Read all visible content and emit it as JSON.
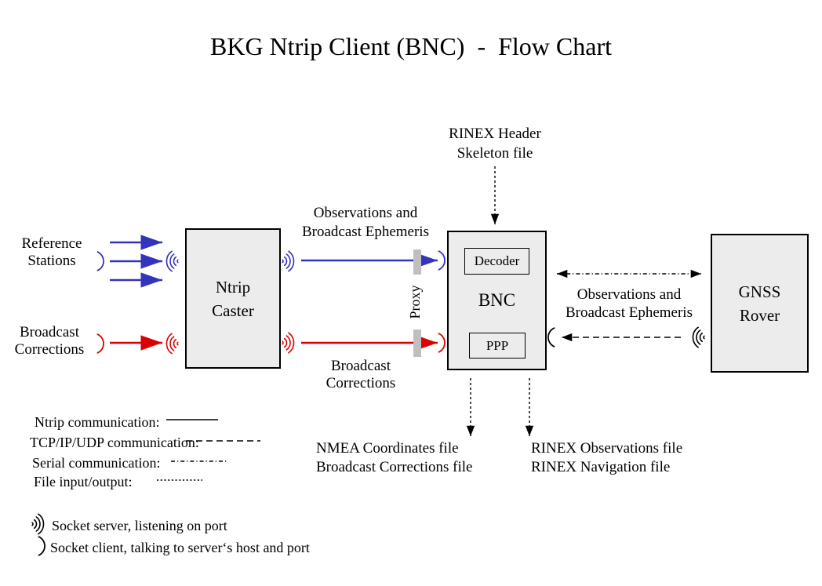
{
  "title": "BKG Ntrip Client (BNC)  -  Flow Chart",
  "colors": {
    "ntrip_blue": "#3333BB",
    "corrections_red": "#DD0000",
    "box_fill": "#ECECEC",
    "proxy_gray": "#BFBFBF",
    "line_black": "#000000"
  },
  "nodes": {
    "ntrip_caster": {
      "line1": "Ntrip",
      "line2": "Caster"
    },
    "bnc": {
      "label": "BNC",
      "decoder": "Decoder",
      "ppp": "PPP"
    },
    "gnss_rover": {
      "line1": "GNSS",
      "line2": "Rover"
    }
  },
  "labels": {
    "rinex_header": {
      "line1": "RINEX Header",
      "line2": "Skeleton file"
    },
    "reference_stations": {
      "line1": "Reference",
      "line2": "Stations"
    },
    "broadcast_corrections_left": {
      "line1": "Broadcast",
      "line2": "Corrections"
    },
    "obs_ephemeris_top": {
      "line1": "Observations and",
      "line2": "Broadcast Ephemeris"
    },
    "broadcast_corrections_mid": {
      "line1": "Broadcast",
      "line2": "Corrections"
    },
    "proxy": "Proxy",
    "obs_ephemeris_right": {
      "line1": "Observations and",
      "line2": "Broadcast Ephemeris"
    }
  },
  "outputs": {
    "nmea": {
      "line1": "NMEA Coordinates file",
      "line2": "Broadcast Corrections file"
    },
    "rinex": {
      "line1": "RINEX Observations file",
      "line2": "RINEX Navigation file"
    }
  },
  "legend": {
    "ntrip": "Ntrip communication:",
    "tcpip": "TCP/IP/UDP communication:",
    "serial": "Serial communication:",
    "file": "File input/output:",
    "socket_server": "Socket server, listening on port",
    "socket_client": "Socket client, talking to server‘s host and port"
  },
  "icons": {
    "socket_server": "triple-arc-radio-wave",
    "socket_client": "single-arc-paren",
    "arrowhead": "filled-triangle"
  }
}
